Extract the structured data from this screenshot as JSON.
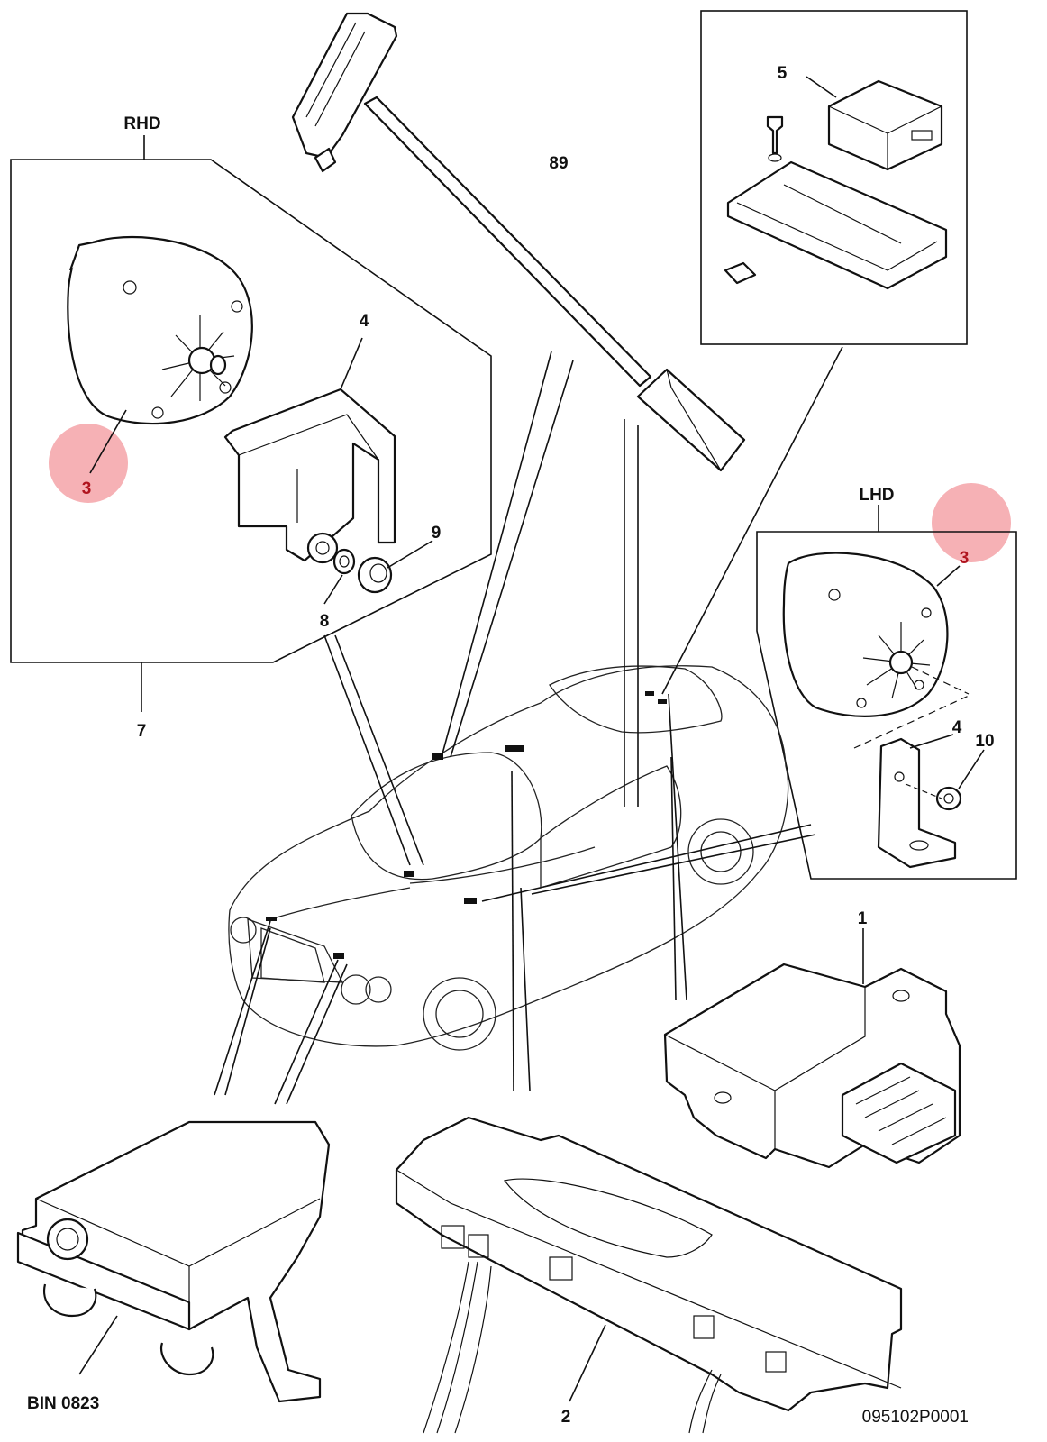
{
  "labels": {
    "rhd": "RHD",
    "lhd": "LHD",
    "c89": "89",
    "c5": "5",
    "c4_rhd": "4",
    "c3_rhd": "3",
    "c9": "9",
    "c8": "8",
    "c7": "7",
    "c3_lhd": "3",
    "c4_lhd": "4",
    "c10": "10",
    "c1": "1",
    "c2": "2",
    "bin": "BIN 0823",
    "ref": "095102P0001"
  },
  "colors": {
    "highlight": "#f4a3a8",
    "callout_highlighted": "#b0141e",
    "line": "#111111"
  }
}
